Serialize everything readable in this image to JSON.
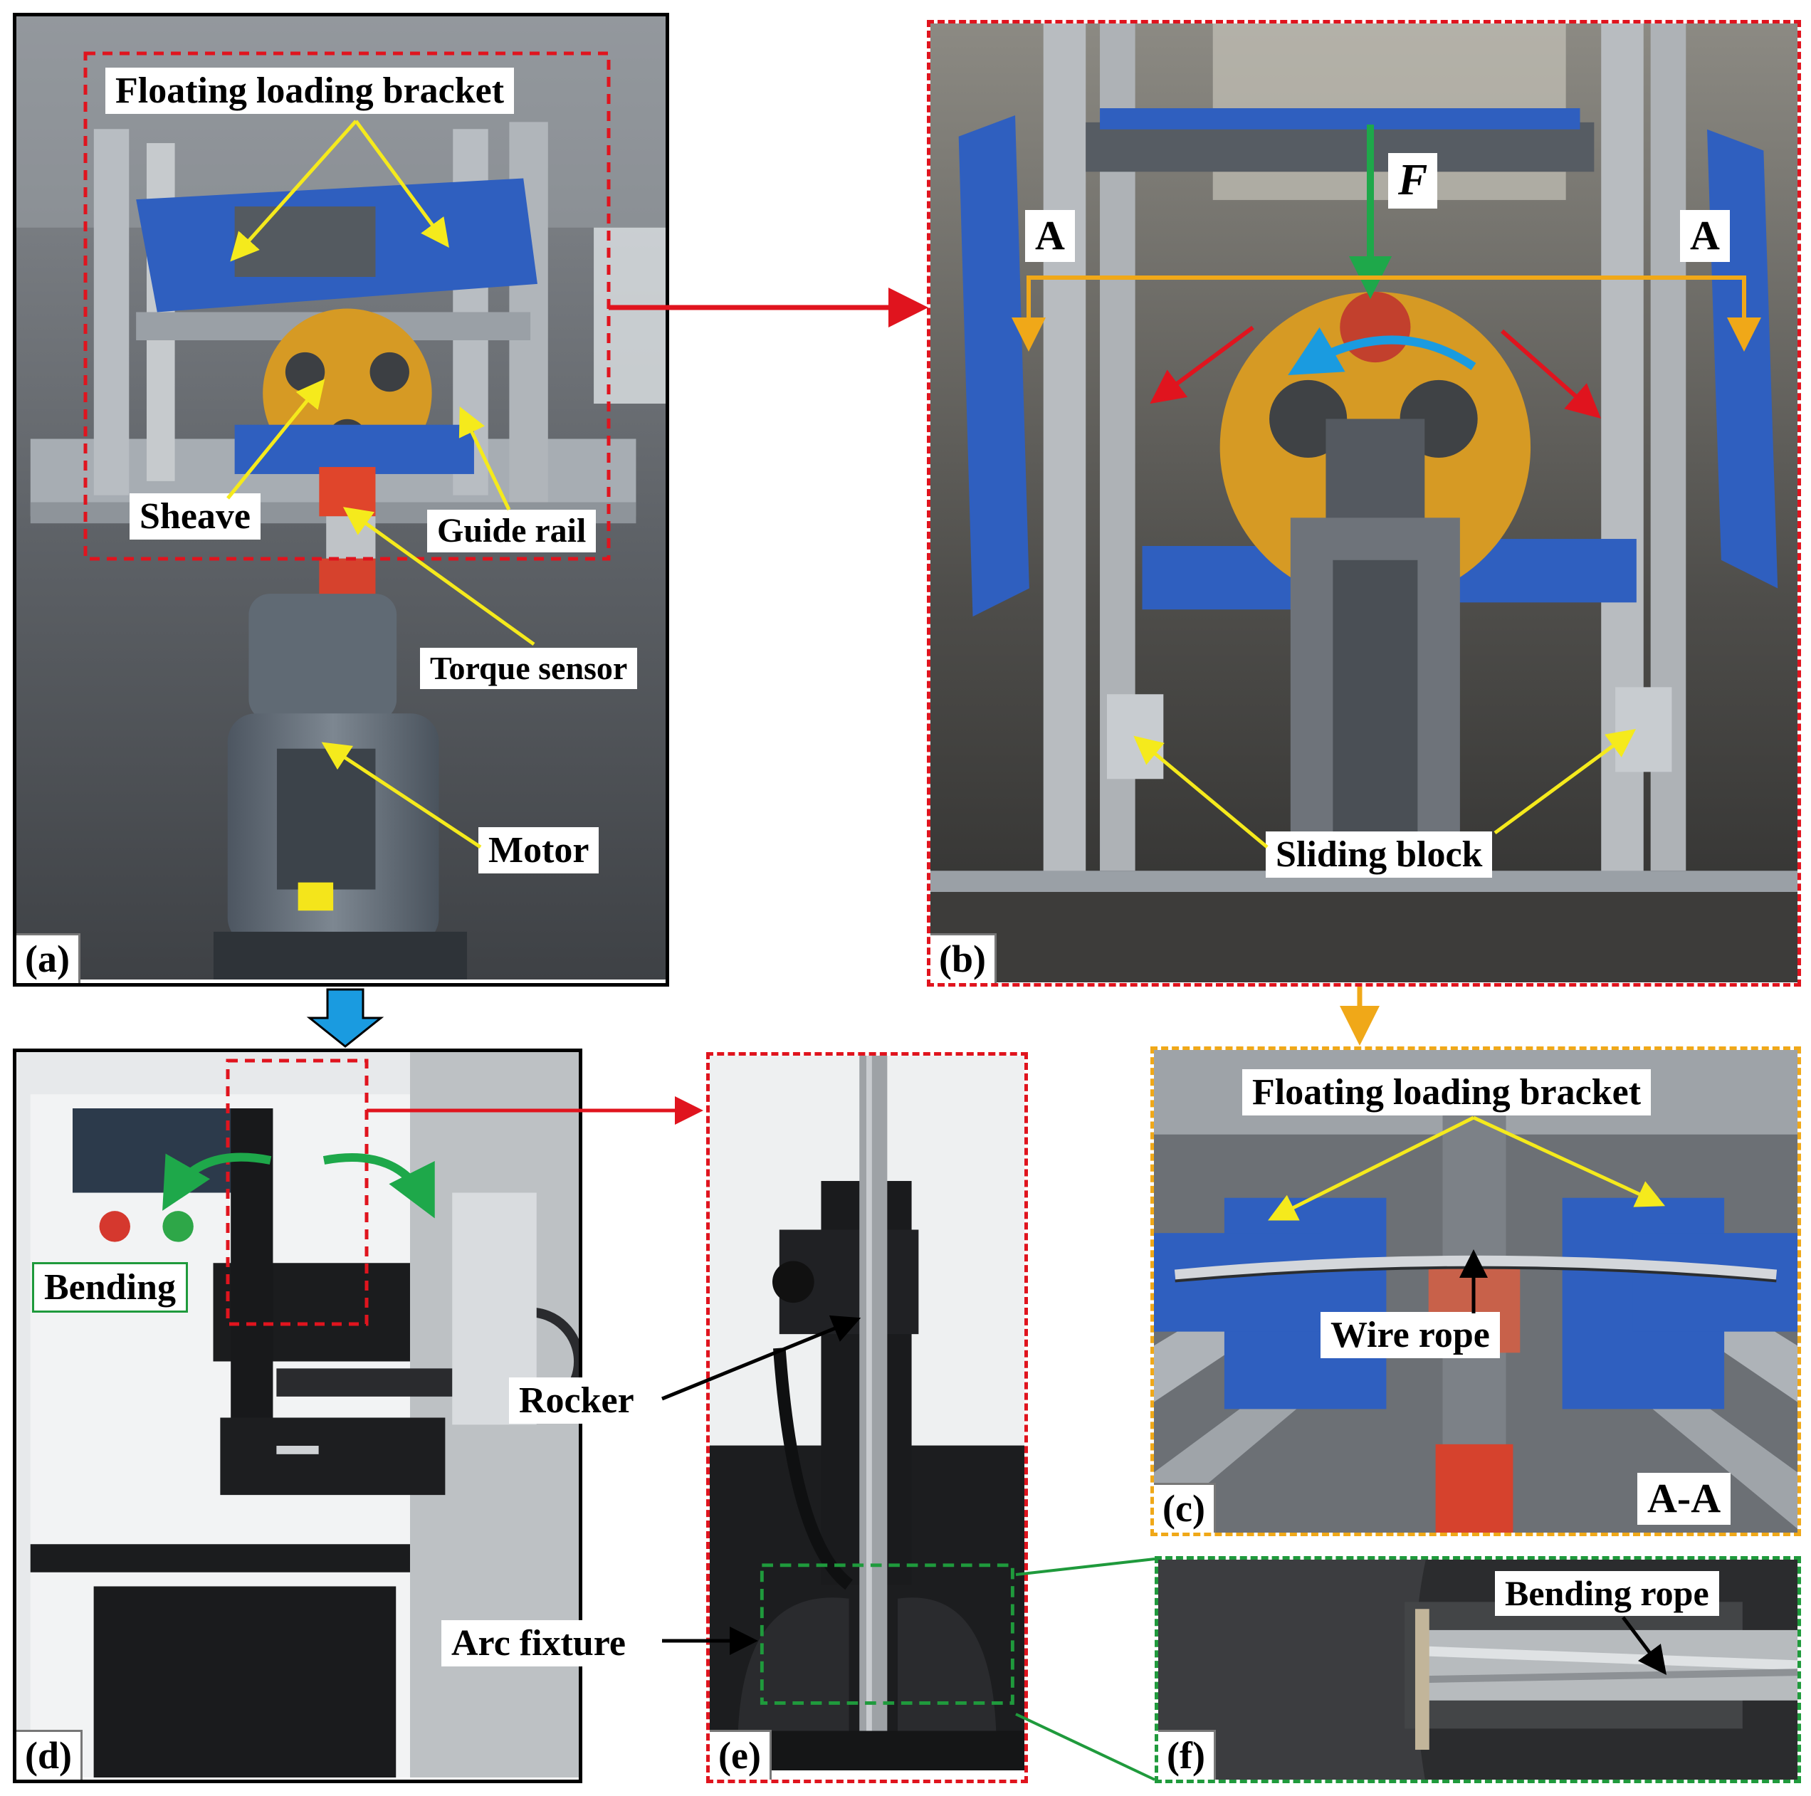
{
  "panels": {
    "a": {
      "tag": "(a)",
      "labels": {
        "floating_bracket": "Floating loading bracket",
        "sheave": "Sheave",
        "guide_rail": "Guide rail",
        "torque_sensor": "Torque sensor",
        "motor": "Motor"
      }
    },
    "b": {
      "tag": "(b)",
      "labels": {
        "force": "F",
        "section_left": "A",
        "section_right": "A",
        "sliding_block": "Sliding block"
      }
    },
    "c": {
      "tag": "(c)",
      "labels": {
        "floating_bracket": "Floating loading bracket",
        "wire_rope": "Wire rope",
        "section": "A-A"
      }
    },
    "d": {
      "tag": "(d)",
      "labels": {
        "bending": "Bending"
      }
    },
    "e": {
      "tag": "(e)",
      "labels": {
        "rocker": "Rocker",
        "arc_fixture": "Arc fixture"
      }
    },
    "f": {
      "tag": "(f)",
      "labels": {
        "bending_rope": "Bending rope"
      }
    }
  },
  "colors": {
    "red_dashed": "#e0141e",
    "orange_dashed": "#f0a818",
    "green_dashed": "#1f9a3c",
    "yellow_arrow": "#f5ea1c",
    "green_arrow": "#1ea84a",
    "blue_arrow": "#1a9be0",
    "sheave": "#d69a24",
    "frame_blue": "#2f5fbf"
  }
}
